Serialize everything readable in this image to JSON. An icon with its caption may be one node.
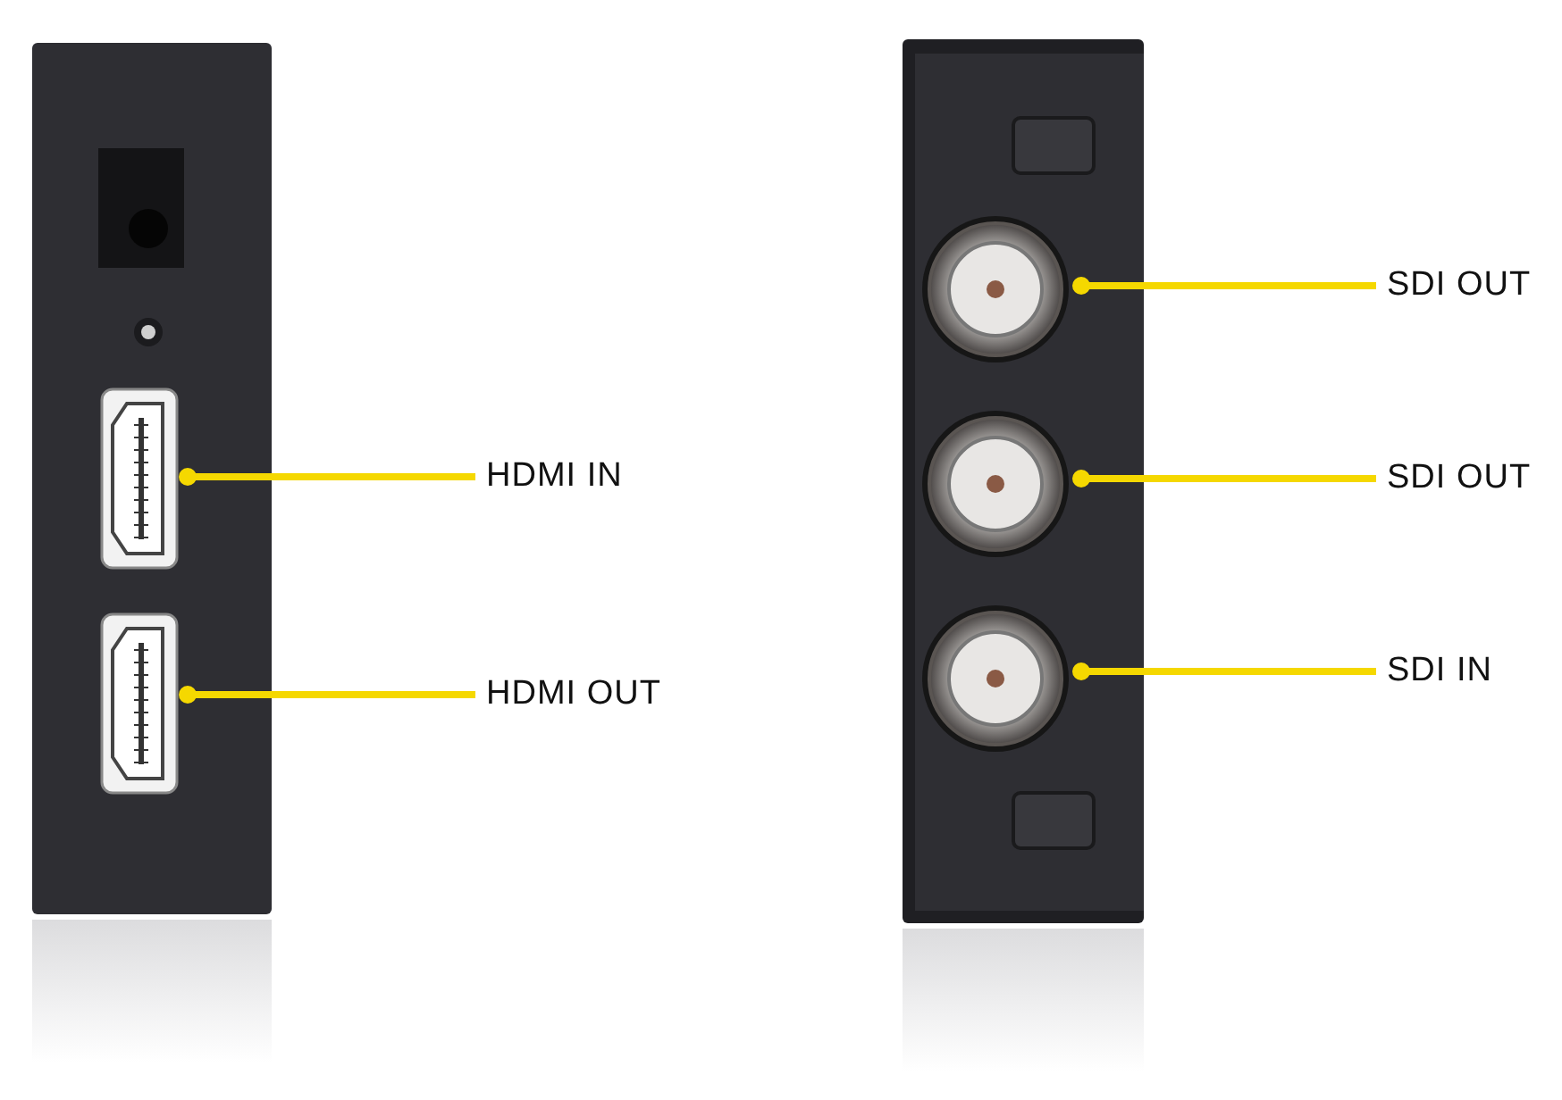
{
  "diagram": {
    "nodes": [
      {
        "text": [
          "HDMI IN"
        ]
      },
      {
        "text": [
          "HDMI OUT"
        ]
      },
      {
        "text": [
          "SDI OUT"
        ]
      },
      {
        "text": [
          "SDI OUT"
        ]
      },
      {
        "text": [
          "SDI IN"
        ]
      },
      {
        "text": [],
        "shape": "picture"
      },
      {
        "text": [],
        "shape": "picture"
      },
      {
        "text": [],
        "shape": "picture"
      },
      {
        "text": [],
        "shape": "picture"
      },
      {
        "text": [],
        "shape": "picture"
      }
    ],
    "edges": [
      {
        "from": 0,
        "to": 5,
        "arrow": "other"
      },
      {
        "from": 1,
        "to": 6,
        "arrow": "other"
      },
      {
        "from": 2,
        "to": 7,
        "arrow": "other"
      },
      {
        "from": 3,
        "to": 8,
        "arrow": "other"
      },
      {
        "from": 4,
        "to": 9,
        "arrow": "other"
      }
    ]
  }
}
